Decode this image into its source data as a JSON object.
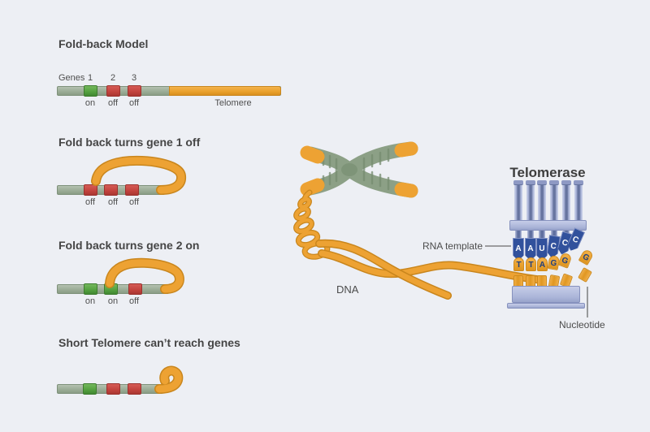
{
  "left_panel": {
    "model": {
      "title": "Fold-back Model",
      "genes_word": "Genes",
      "gene_numbers": [
        "1",
        "2",
        "3"
      ],
      "states": [
        "on",
        "off",
        "off"
      ],
      "telomere_label": "Telomere"
    },
    "fold_gene1": {
      "title": "Fold back turns gene 1 off",
      "states": [
        "off",
        "off",
        "off"
      ]
    },
    "fold_gene2": {
      "title": "Fold back turns gene 2 on",
      "states": [
        "on",
        "on",
        "off"
      ]
    },
    "short_telomere": {
      "title": "Short Telomere can’t reach genes"
    }
  },
  "illustration": {
    "dna_label": "DNA",
    "rna_template_label": "RNA template",
    "telomerase_title": "Telomerase",
    "nucleotide_label": "Nucleotide",
    "rna_template_bases": [
      "A",
      "A",
      "U",
      "C",
      "C",
      "C"
    ],
    "new_strand_bases": [
      "T",
      "T",
      "A",
      "G",
      "G"
    ],
    "incoming_nucleotide_base": "G",
    "colors": {
      "telomere_orange": "#EDA233",
      "gene_on_green": "#53A03E",
      "gene_off_red": "#C2423D",
      "chromosome_green": "#8CA086",
      "enzyme_blue": "#31519C",
      "enzyme_light": "#AEB7D9",
      "background": "#EDEFF4"
    }
  }
}
